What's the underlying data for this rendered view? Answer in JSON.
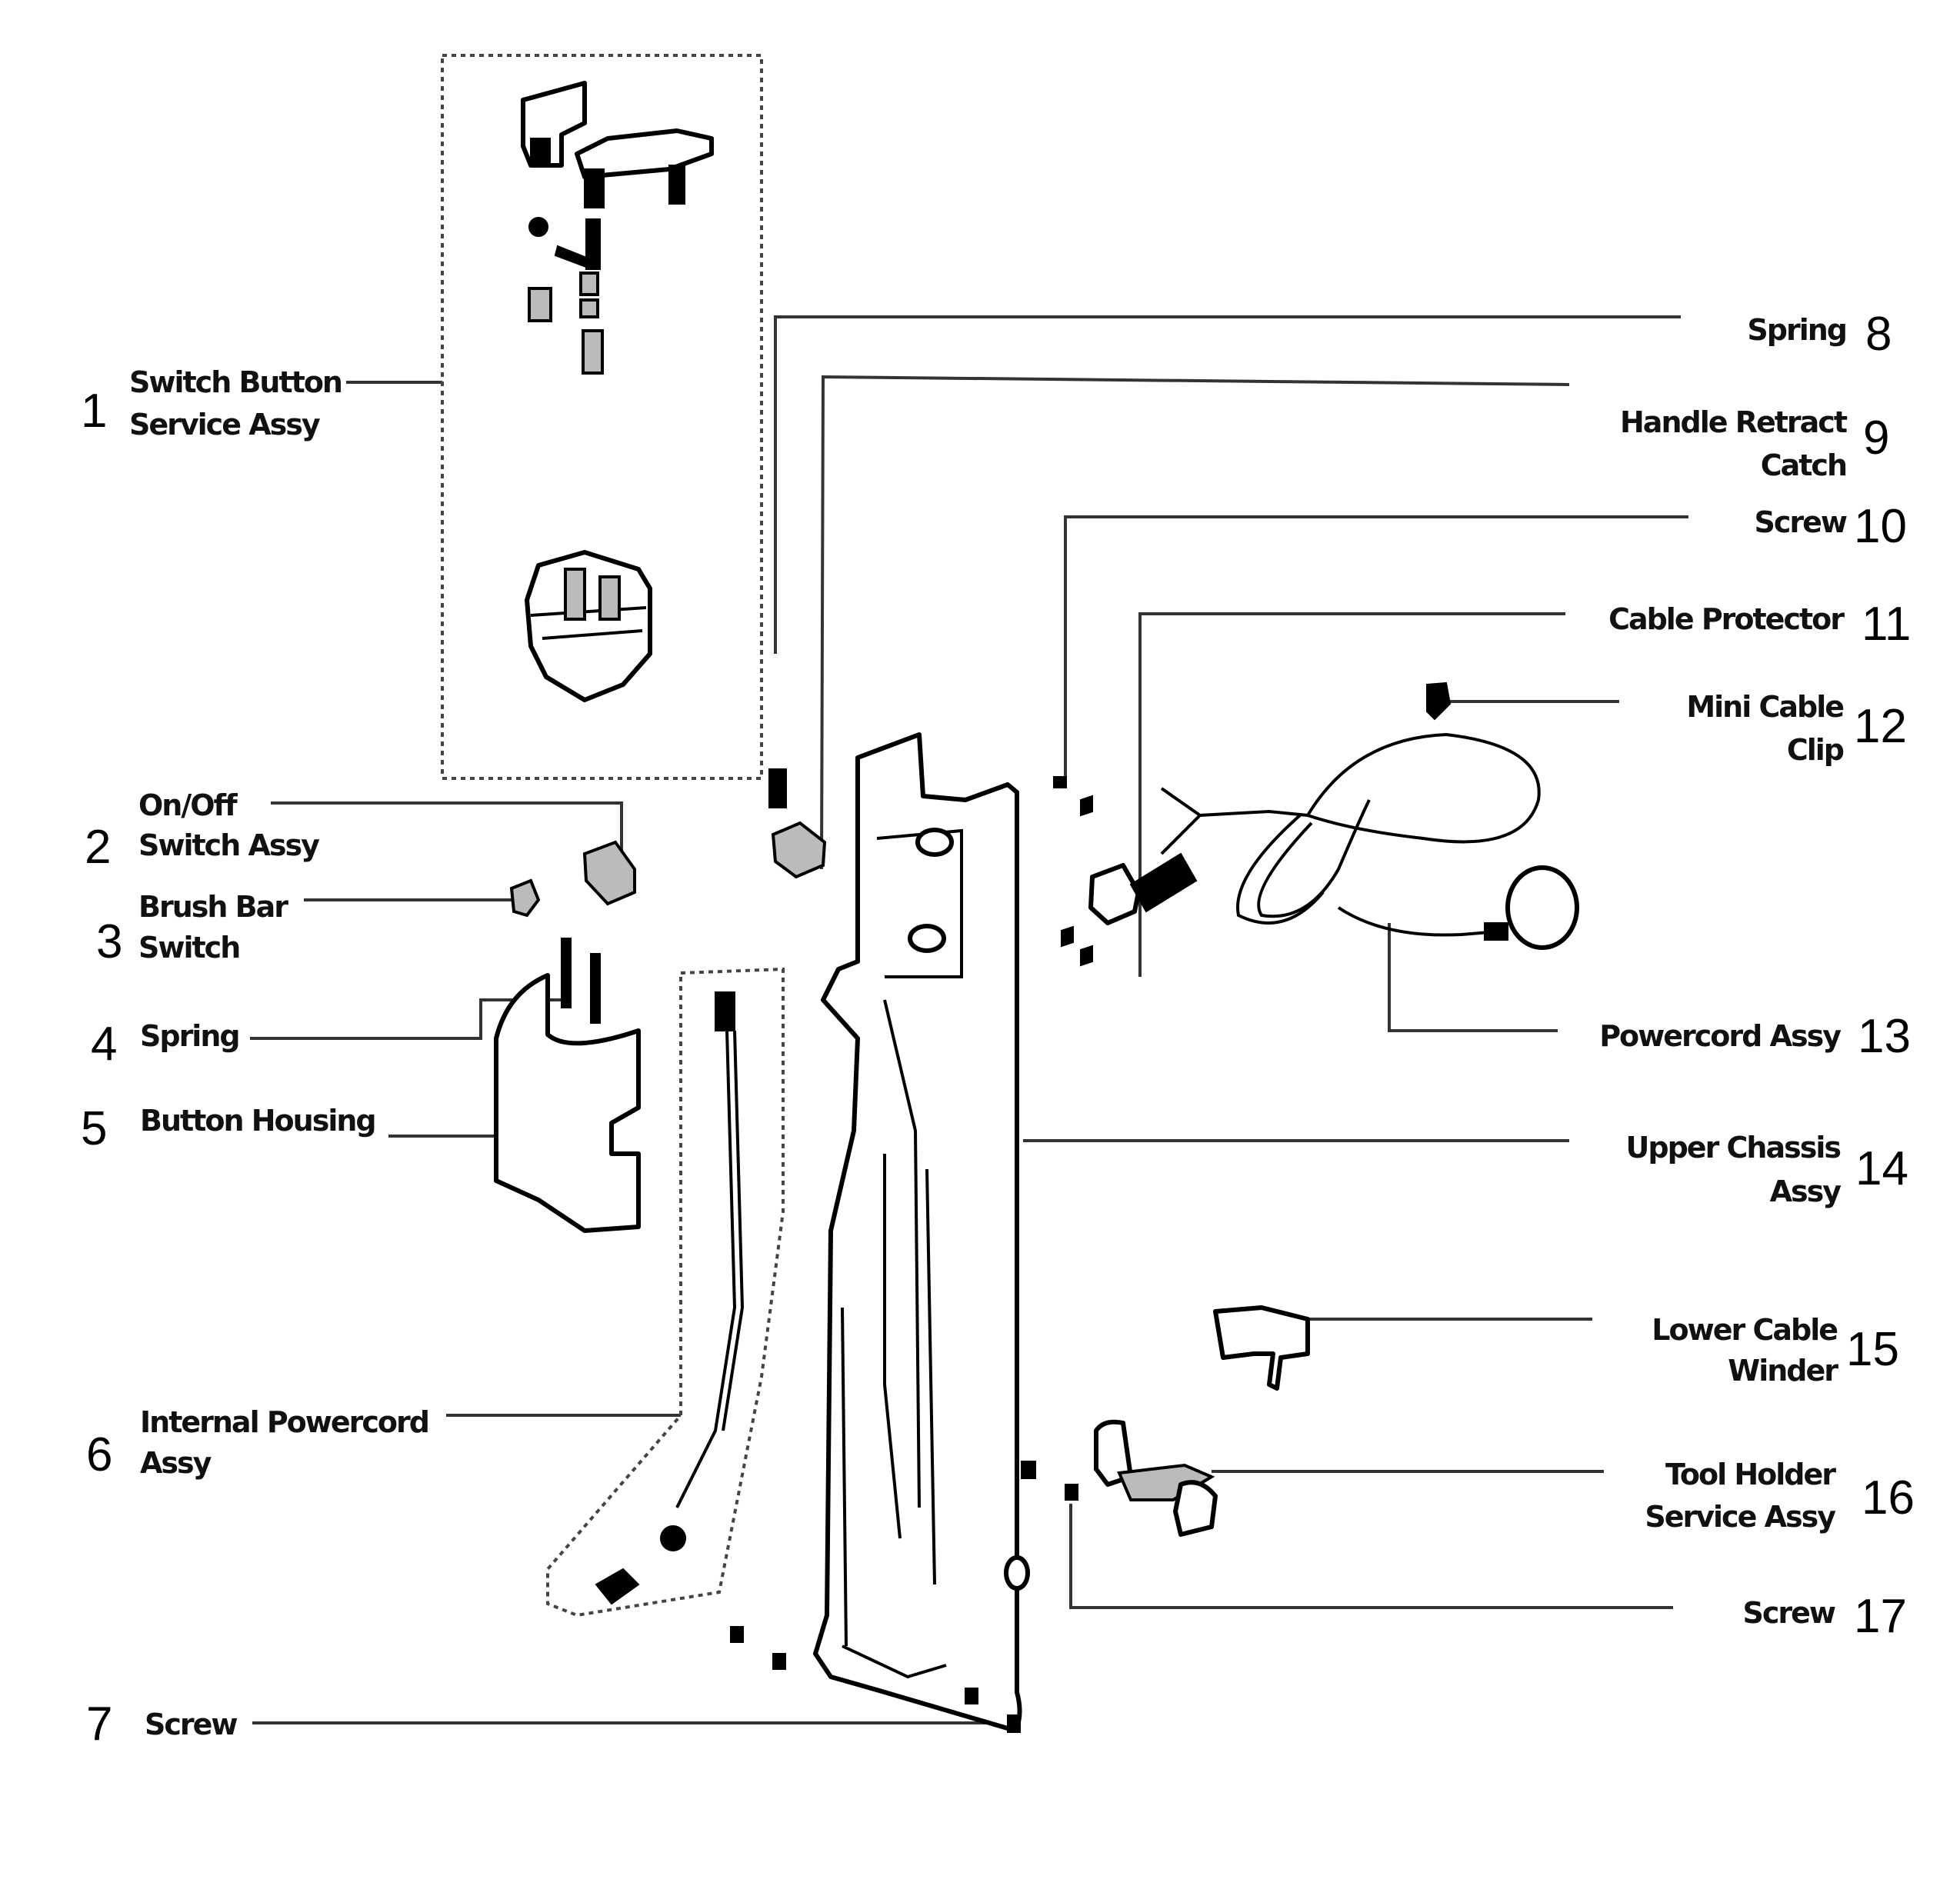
{
  "diagram": {
    "type": "exploded-parts-diagram",
    "parts": [
      {
        "number": "1",
        "line1": "Switch Button",
        "line2": "Service Assy"
      },
      {
        "number": "2",
        "line1": "On/Off",
        "line2": "Switch Assy"
      },
      {
        "number": "3",
        "line1": "Brush Bar",
        "line2": "Switch"
      },
      {
        "number": "4",
        "line1": "Spring",
        "line2": ""
      },
      {
        "number": "5",
        "line1": "Button Housing",
        "line2": ""
      },
      {
        "number": "6",
        "line1": "Internal Powercord",
        "line2": "Assy"
      },
      {
        "number": "7",
        "line1": "Screw",
        "line2": ""
      },
      {
        "number": "8",
        "line1": "Spring",
        "line2": ""
      },
      {
        "number": "9",
        "line1": "Handle Retract",
        "line2": "Catch"
      },
      {
        "number": "10",
        "line1": "Screw",
        "line2": ""
      },
      {
        "number": "11",
        "line1": "Cable Protector",
        "line2": ""
      },
      {
        "number": "12",
        "line1": "Mini Cable",
        "line2": "Clip"
      },
      {
        "number": "13",
        "line1": "Powercord Assy",
        "line2": ""
      },
      {
        "number": "14",
        "line1": "Upper Chassis",
        "line2": "Assy"
      },
      {
        "number": "15",
        "line1": "Lower Cable",
        "line2": "Winder"
      },
      {
        "number": "16",
        "line1": "Tool Holder",
        "line2": "Service Assy"
      },
      {
        "number": "17",
        "line1": "Screw",
        "line2": ""
      }
    ]
  }
}
